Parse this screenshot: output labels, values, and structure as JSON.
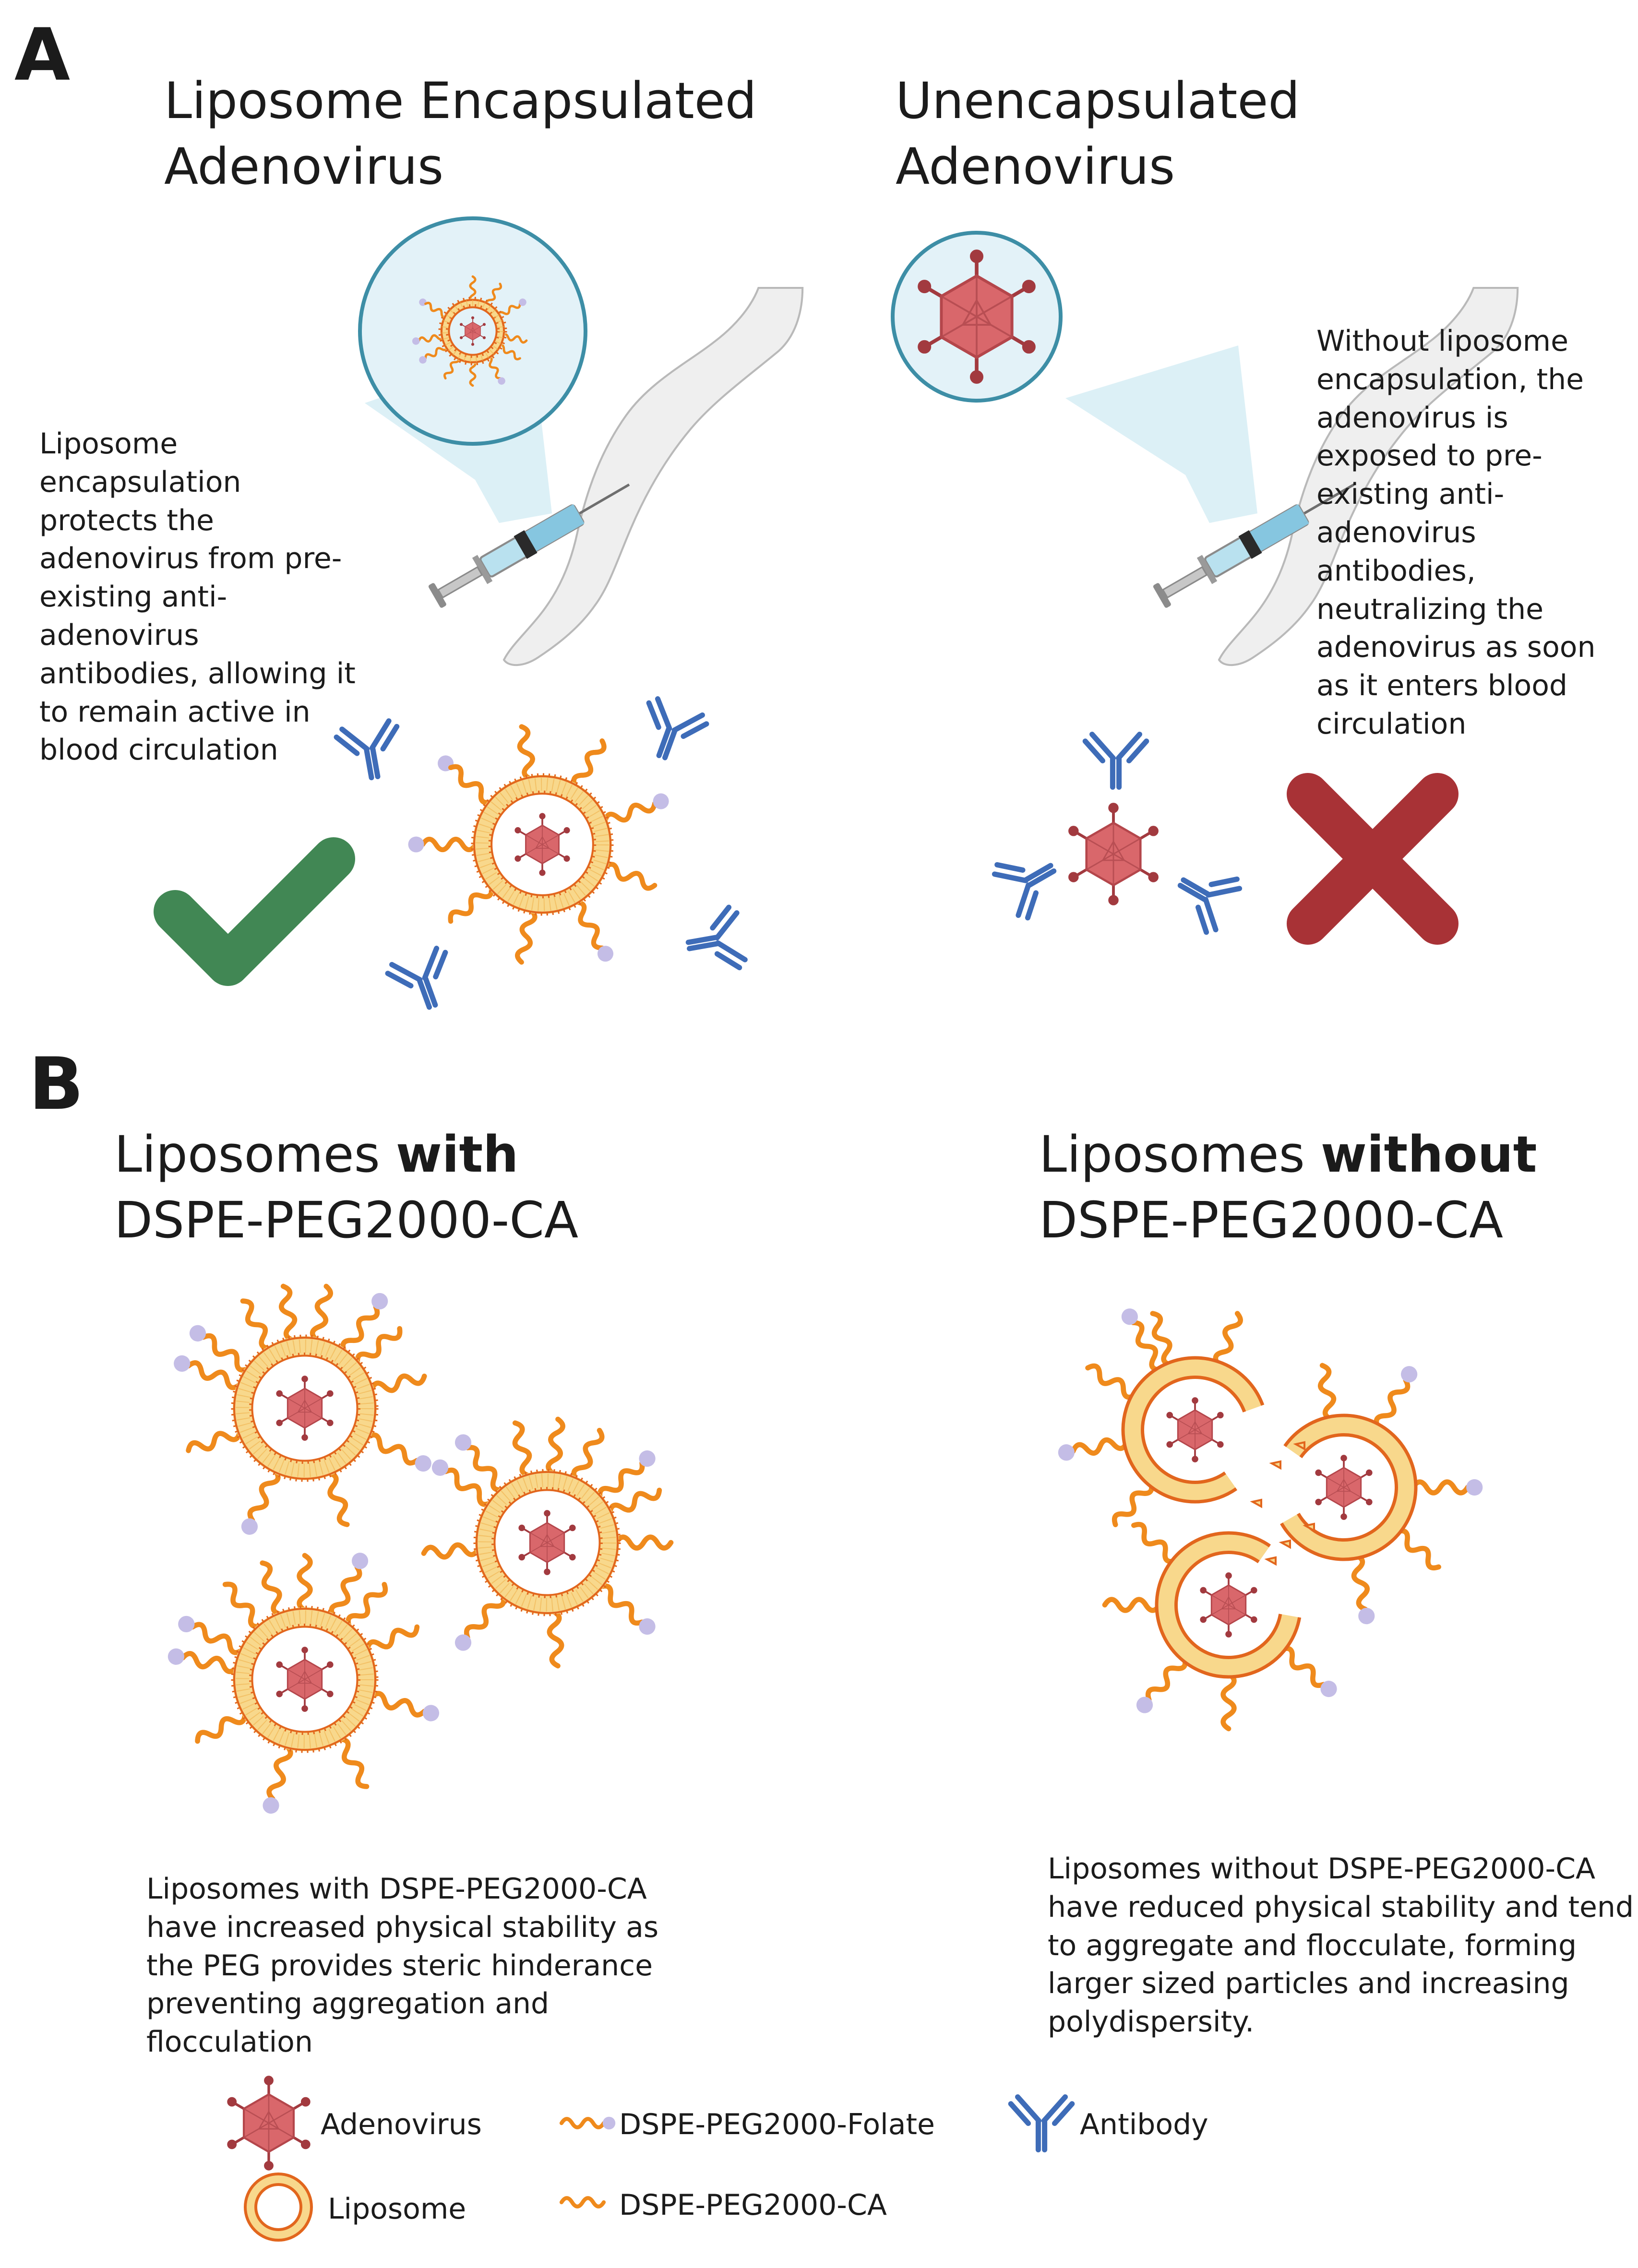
{
  "panel_a": {
    "letter": "A",
    "left_title": [
      "Liposome Encapsulated",
      "Adenovirus"
    ],
    "right_title": [
      "Unencapsulated",
      "Adenovirus"
    ],
    "left_description": [
      "Liposome",
      "encapsulation",
      "protects the",
      "adenovirus from pre-",
      "existing anti-",
      "adenovirus",
      "antibodies, allowing it",
      "to remain active in",
      "blood circulation"
    ],
    "right_description": [
      "Without liposome",
      "encapsulation, the",
      "adenovirus is",
      "exposed to pre-",
      "existing anti-",
      "adenovirus",
      "antibodies,",
      "neutralizing the",
      "adenovirus as soon",
      "as it enters blood",
      "circulation"
    ]
  },
  "panel_b": {
    "letter": "B",
    "left_title_prefix": "Liposomes ",
    "left_title_bold": "with",
    "left_title_line2": "DSPE-PEG2000-CA",
    "right_title_prefix": "Liposomes ",
    "right_title_bold": "without",
    "right_title_line2": "DSPE-PEG2000-CA",
    "left_description": [
      "Liposomes with DSPE-PEG2000-CA",
      "have increased physical stability as",
      "the PEG provides steric hinderance",
      "preventing aggregation and",
      "flocculation"
    ],
    "right_description": [
      "Liposomes without DSPE-PEG2000-CA",
      "have reduced physical stability and tend",
      "to aggregate and flocculate, forming",
      "larger sized particles and increasing",
      "polydispersity."
    ]
  },
  "legend": {
    "adenovirus": "Adenovirus",
    "liposome": "Liposome",
    "peg_folate": "DSPE-PEG2000-Folate",
    "peg_ca": "DSPE-PEG2000-CA",
    "antibody": "Antibody"
  },
  "colors": {
    "liposome_fill": "#f8d88c",
    "liposome_edge": "#e2661d",
    "peg": "#ef8a1c",
    "folate": "#c4bde6",
    "virus": "#d9676b",
    "virus_dark": "#a23a3f",
    "antibody": "#3e6cb8",
    "check": "#418754",
    "cross": "#a83236",
    "bubble": "#e3f2f8",
    "bubble_edge": "#3d8ea6",
    "skin": "#efefef"
  }
}
